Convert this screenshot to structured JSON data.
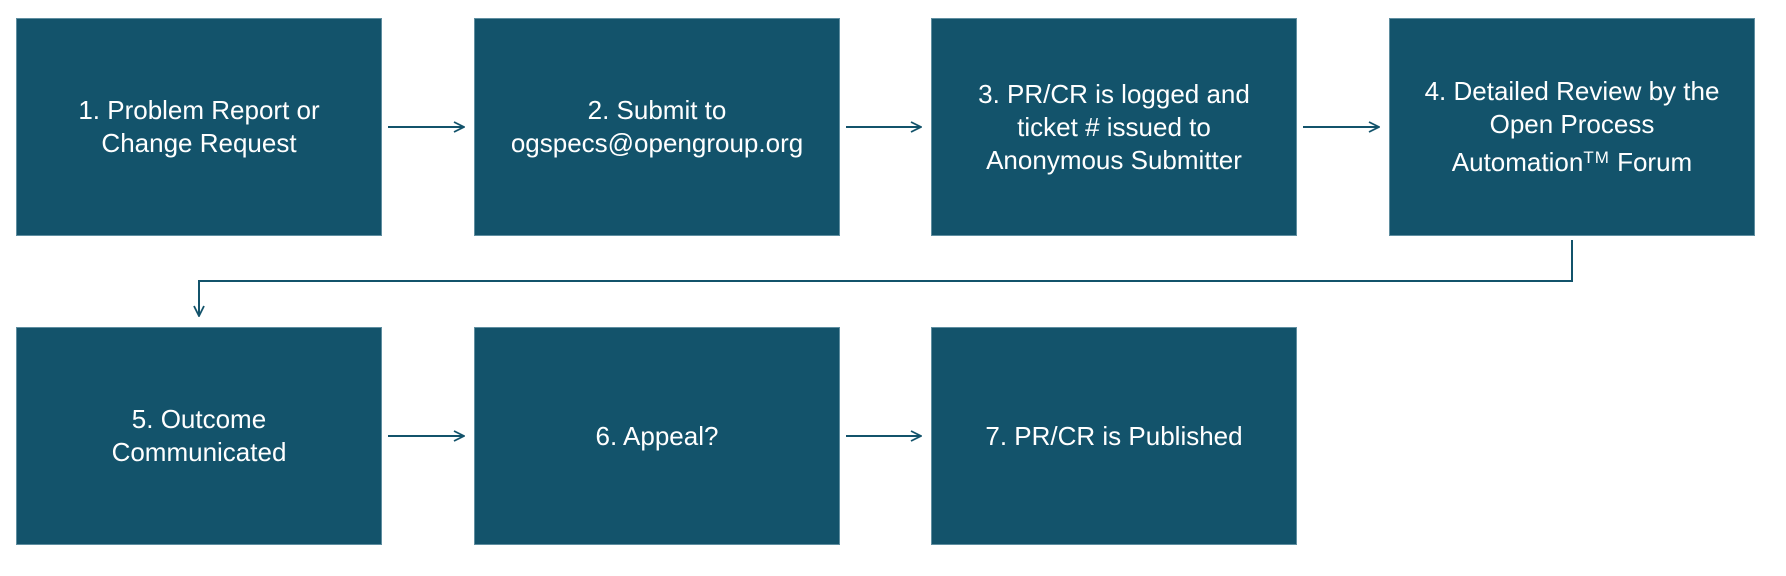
{
  "diagram": {
    "steps": [
      {
        "lines": [
          "1. Problem Report or",
          "Change Request"
        ]
      },
      {
        "lines": [
          "2. Submit to",
          "ogspecs@opengroup.org"
        ]
      },
      {
        "lines": [
          "3. PR/CR is logged and",
          "ticket # issued to",
          "Anonymous Submitter"
        ]
      },
      {
        "lines": [
          "4. Detailed Review by the",
          "Open Process",
          "Automation"
        ],
        "tm": "TM",
        "tail": " Forum"
      },
      {
        "lines": [
          "5. Outcome",
          "Communicated"
        ]
      },
      {
        "lines": [
          "6. Appeal?"
        ]
      },
      {
        "lines": [
          "7. PR/CR is Published"
        ]
      }
    ],
    "flow": [
      [
        1,
        2
      ],
      [
        2,
        3
      ],
      [
        3,
        4
      ],
      [
        4,
        5
      ],
      [
        5,
        6
      ],
      [
        6,
        7
      ]
    ],
    "colors": {
      "box_fill": "#13536b",
      "box_border": "#5f8ea0",
      "text": "#ffffff",
      "connector": "#13536b"
    }
  }
}
